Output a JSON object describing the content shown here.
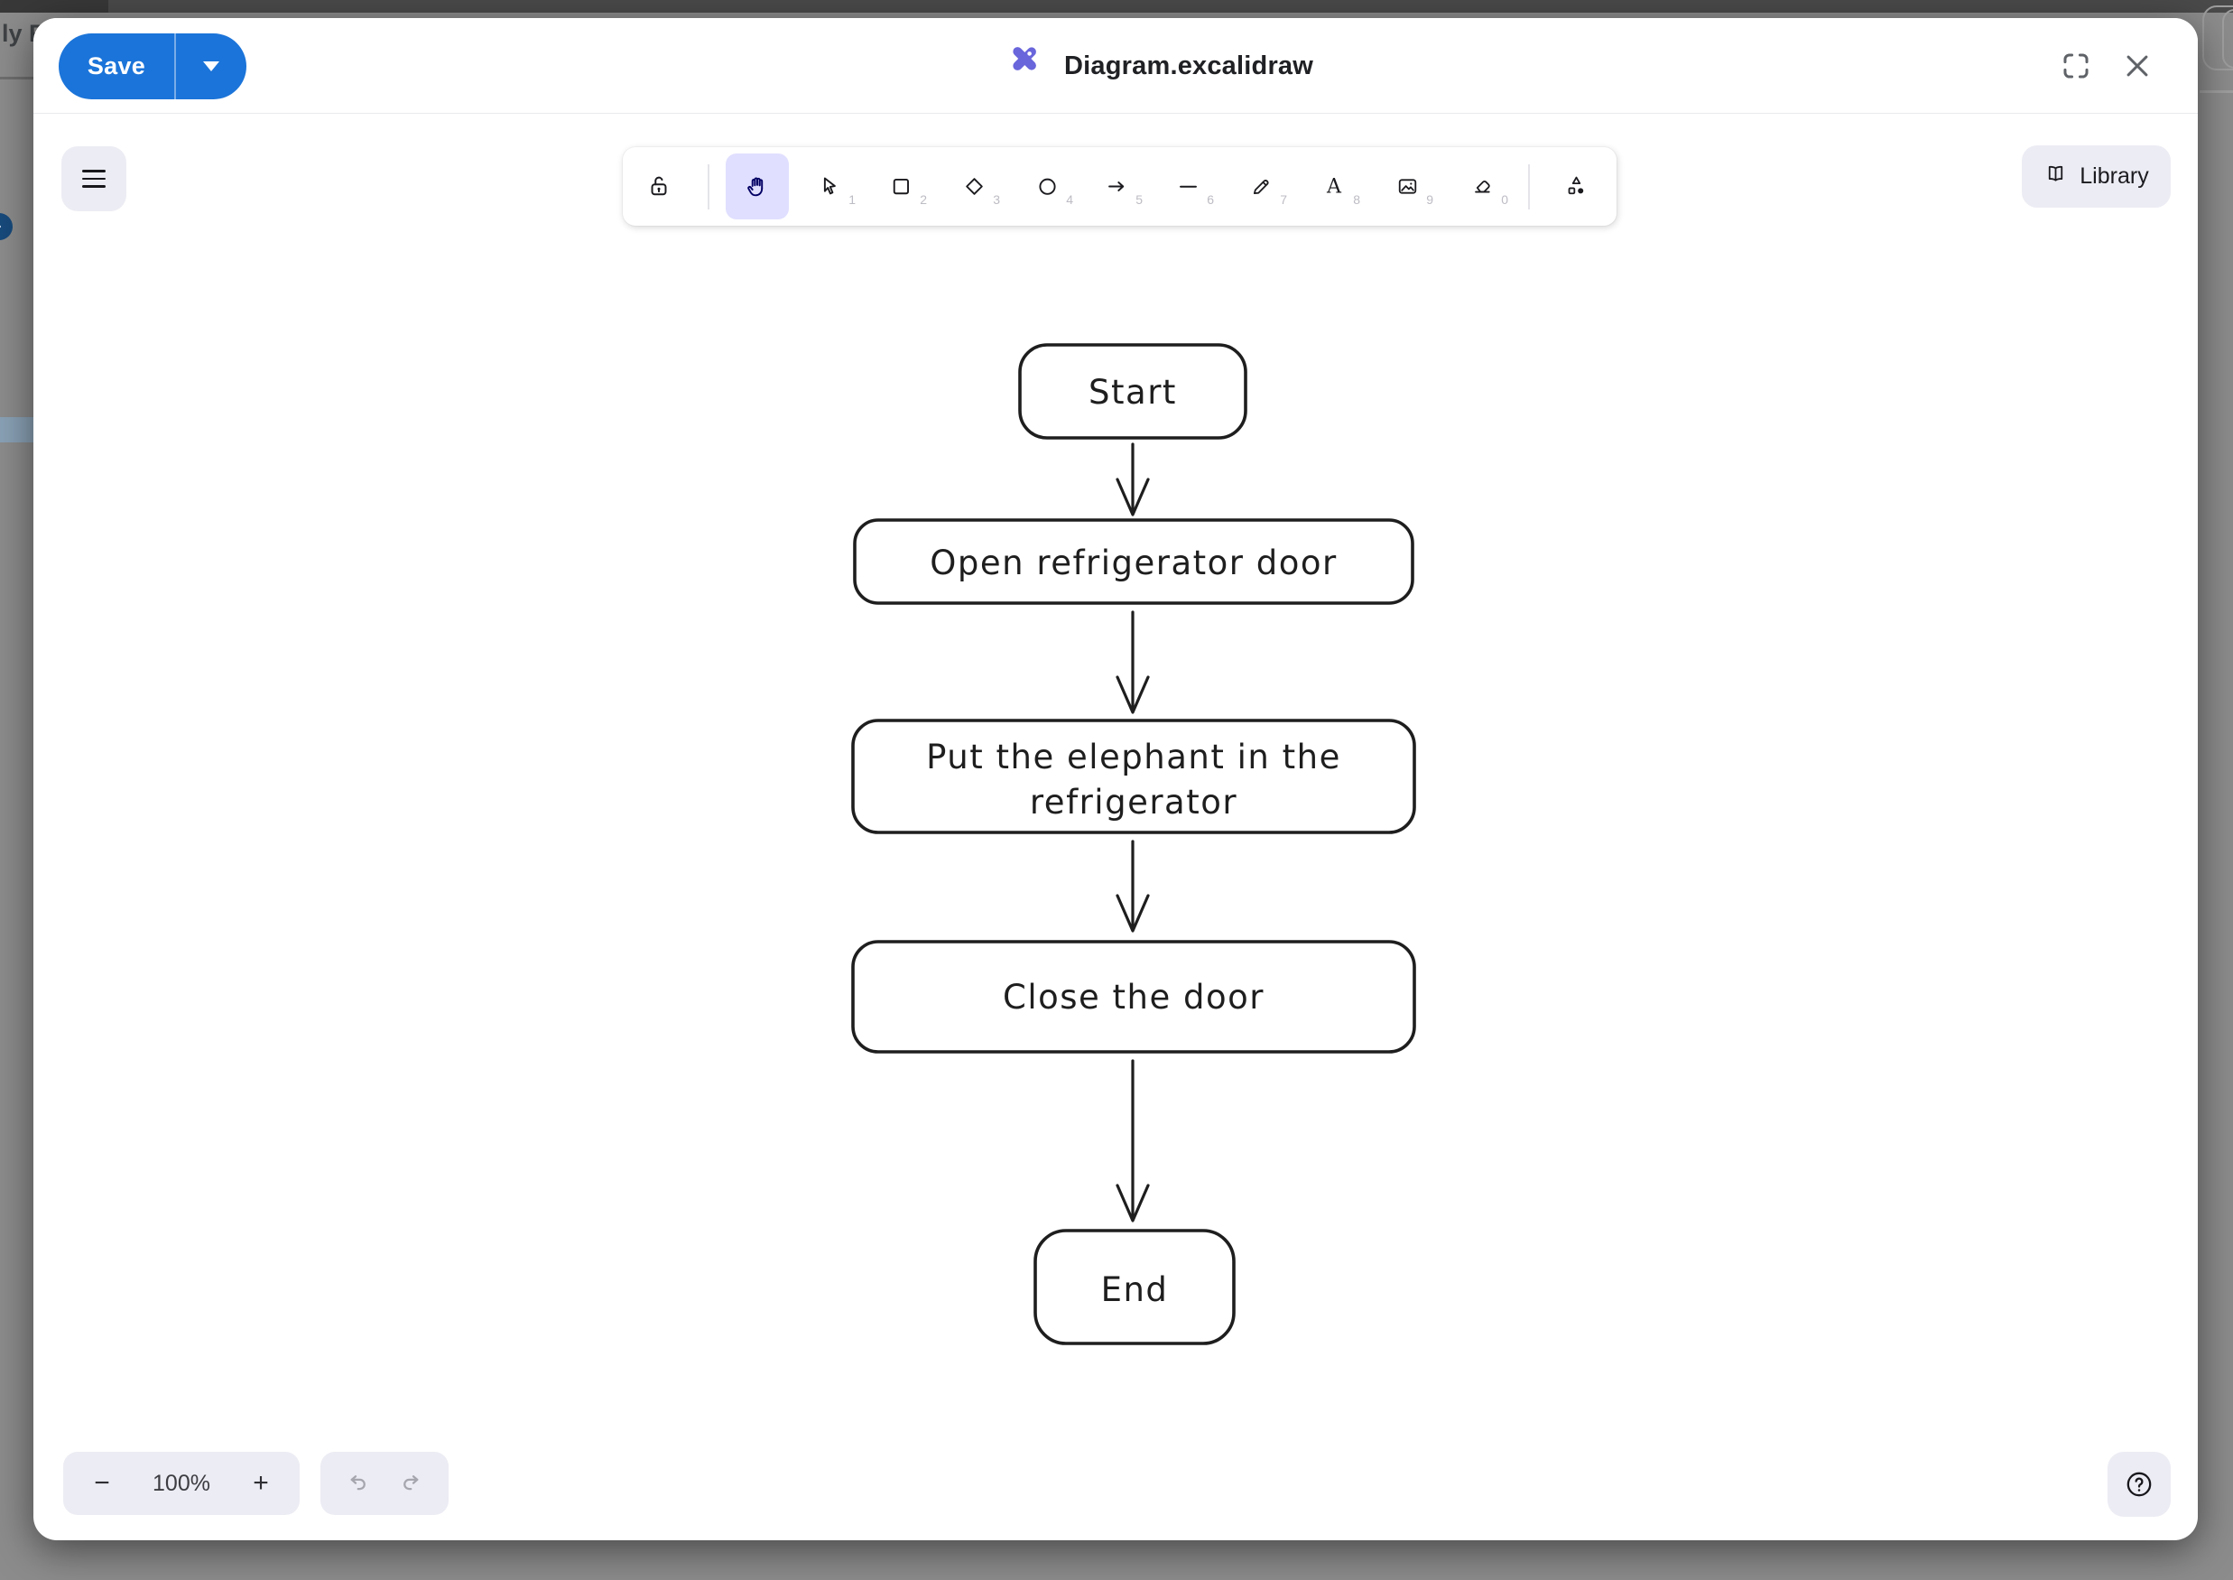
{
  "background": {
    "partial_text": "ly F"
  },
  "modal": {
    "save_label": "Save",
    "title": "Diagram.excalidraw",
    "accent_color": "#1b74d9",
    "logo_color": "#6965db"
  },
  "toolbar": {
    "tools": [
      {
        "name": "lock",
        "shortcut": ""
      },
      {
        "name": "hand",
        "shortcut": "",
        "selected": true
      },
      {
        "name": "selection",
        "shortcut": "1"
      },
      {
        "name": "rectangle",
        "shortcut": "2"
      },
      {
        "name": "diamond",
        "shortcut": "3"
      },
      {
        "name": "ellipse",
        "shortcut": "4"
      },
      {
        "name": "arrow",
        "shortcut": "5"
      },
      {
        "name": "line",
        "shortcut": "6"
      },
      {
        "name": "draw",
        "shortcut": "7"
      },
      {
        "name": "text",
        "shortcut": "8"
      },
      {
        "name": "image",
        "shortcut": "9"
      },
      {
        "name": "eraser",
        "shortcut": "0"
      },
      {
        "name": "more-shapes",
        "shortcut": ""
      }
    ],
    "library_label": "Library"
  },
  "footer": {
    "zoom_out": "−",
    "zoom_level": "100%",
    "zoom_in": "+"
  },
  "flowchart": {
    "stroke_color": "#1e1e1e",
    "nodes": [
      {
        "id": "start",
        "label": "Start"
      },
      {
        "id": "open",
        "label": "Open refrigerator door"
      },
      {
        "id": "put",
        "label_line1": "Put the elephant in the",
        "label_line2": "refrigerator"
      },
      {
        "id": "close",
        "label": "Close the door"
      },
      {
        "id": "end",
        "label": "End"
      }
    ],
    "edges": [
      [
        "start",
        "open"
      ],
      [
        "open",
        "put"
      ],
      [
        "put",
        "close"
      ],
      [
        "close",
        "end"
      ]
    ]
  }
}
